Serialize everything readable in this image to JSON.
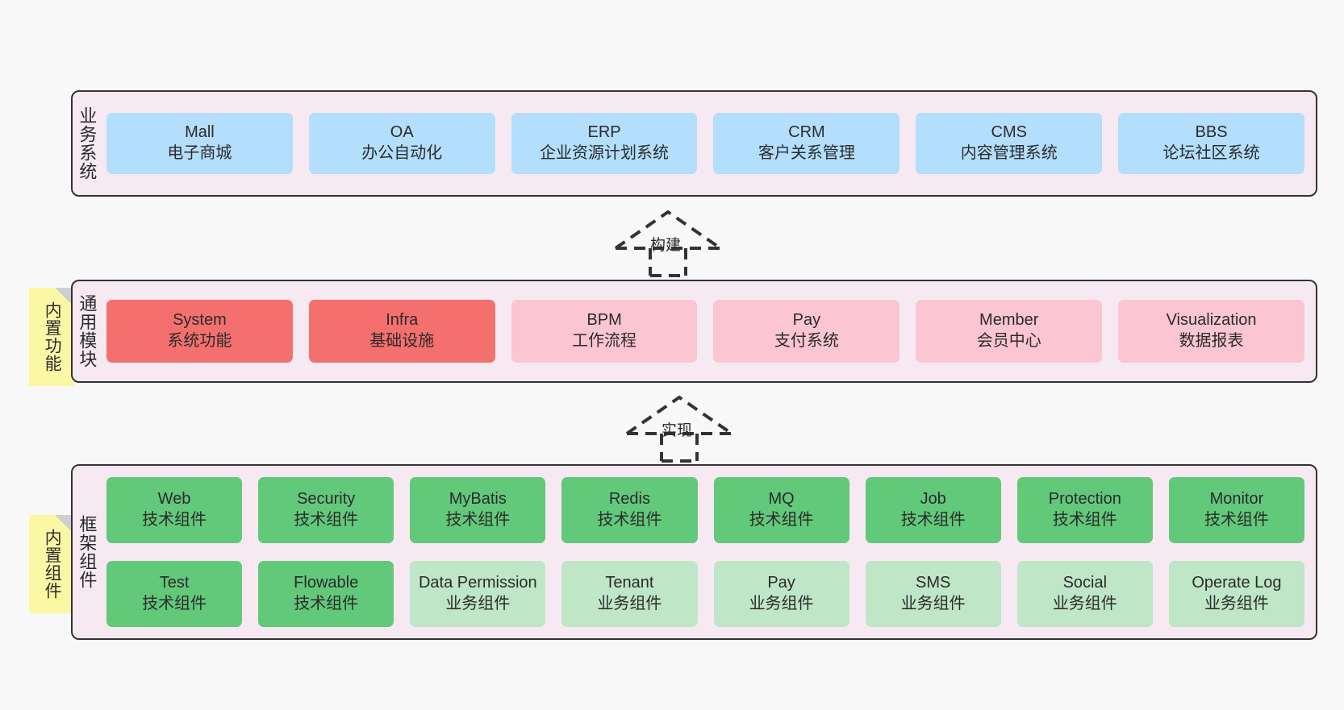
{
  "diagram": {
    "background_color": "#f8f8f8",
    "panel_color": "#f7e9f2",
    "border_color": "#333333",
    "note_color": "#fbf8a5"
  },
  "business_layer": {
    "label": "业务系统",
    "card_color": "#b3defc",
    "cards": [
      {
        "en": "Mall",
        "cn": "电子商城"
      },
      {
        "en": "OA",
        "cn": "办公自动化"
      },
      {
        "en": "ERP",
        "cn": "企业资源计划系统"
      },
      {
        "en": "CRM",
        "cn": "客户关系管理"
      },
      {
        "en": "CMS",
        "cn": "内容管理系统"
      },
      {
        "en": "BBS",
        "cn": "论坛社区系统"
      }
    ]
  },
  "arrow_build": {
    "label": "构建"
  },
  "module_layer": {
    "label": "通用模块",
    "note": "内置功能",
    "primary_color": "#f4706f",
    "secondary_color": "#fbc5d2",
    "cards": [
      {
        "en": "System",
        "cn": "系统功能",
        "style": "c-red"
      },
      {
        "en": "Infra",
        "cn": "基础设施",
        "style": "c-red"
      },
      {
        "en": "BPM",
        "cn": "工作流程",
        "style": "c-pink"
      },
      {
        "en": "Pay",
        "cn": "支付系统",
        "style": "c-pink"
      },
      {
        "en": "Member",
        "cn": "会员中心",
        "style": "c-pink"
      },
      {
        "en": "Visualization",
        "cn": "数据报表",
        "style": "c-pink"
      }
    ]
  },
  "arrow_impl": {
    "label": "实现"
  },
  "framework_layer": {
    "label": "框架组件",
    "note": "内置组件",
    "tech_color": "#62c87a",
    "biz_color": "#bfe6c6",
    "row1": [
      {
        "en": "Web",
        "cn": "技术组件",
        "style": "c-green"
      },
      {
        "en": "Security",
        "cn": "技术组件",
        "style": "c-green"
      },
      {
        "en": "MyBatis",
        "cn": "技术组件",
        "style": "c-green"
      },
      {
        "en": "Redis",
        "cn": "技术组件",
        "style": "c-green"
      },
      {
        "en": "MQ",
        "cn": "技术组件",
        "style": "c-green"
      },
      {
        "en": "Job",
        "cn": "技术组件",
        "style": "c-green"
      },
      {
        "en": "Protection",
        "cn": "技术组件",
        "style": "c-green"
      },
      {
        "en": "Monitor",
        "cn": "技术组件",
        "style": "c-green"
      }
    ],
    "row2": [
      {
        "en": "Test",
        "cn": "技术组件",
        "style": "c-green"
      },
      {
        "en": "Flowable",
        "cn": "技术组件",
        "style": "c-green"
      },
      {
        "en": "Data Permission",
        "cn": "业务组件",
        "style": "c-lightgreen"
      },
      {
        "en": "Tenant",
        "cn": "业务组件",
        "style": "c-lightgreen"
      },
      {
        "en": "Pay",
        "cn": "业务组件",
        "style": "c-lightgreen"
      },
      {
        "en": "SMS",
        "cn": "业务组件",
        "style": "c-lightgreen"
      },
      {
        "en": "Social",
        "cn": "业务组件",
        "style": "c-lightgreen"
      },
      {
        "en": "Operate Log",
        "cn": "业务组件",
        "style": "c-lightgreen"
      }
    ]
  }
}
